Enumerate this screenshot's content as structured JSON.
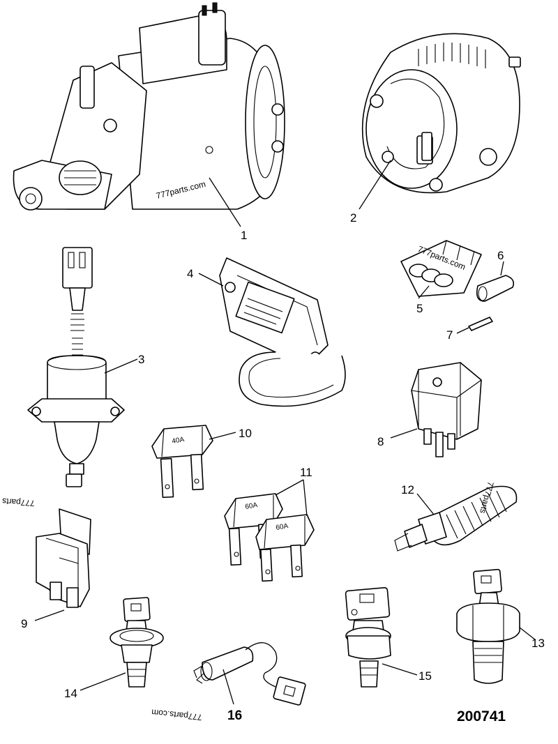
{
  "callouts": {
    "c1": "1",
    "c2": "2",
    "c3": "3",
    "c4": "4",
    "c5": "5",
    "c6": "6",
    "c7": "7",
    "c8": "8",
    "c9": "9",
    "c10": "10",
    "c11": "11",
    "c12": "12",
    "c13": "13",
    "c14": "14",
    "c15": "15",
    "c16": "16"
  },
  "fuse_ratings": {
    "f10": "40A",
    "f11a": "60A",
    "f11b": "60A"
  },
  "watermarks": {
    "w1": "777parts.com",
    "w2": "777parts.com",
    "w3": "777parts",
    "w4": "777parts",
    "w5": "777parts.com"
  },
  "reference_number": "200741"
}
